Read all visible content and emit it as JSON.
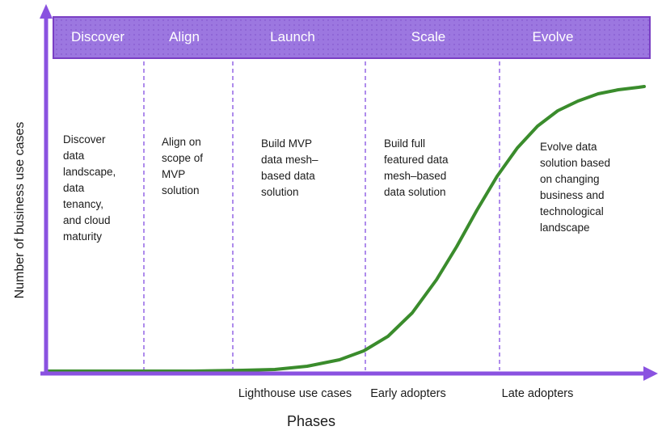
{
  "axes": {
    "y_label": "Number of business use cases",
    "x_label": "Phases"
  },
  "phases": [
    {
      "label": "Discover",
      "description": "Discover\ndata\nlandscape,\ndata\ntenancy,\nand cloud\nmaturity"
    },
    {
      "label": "Align",
      "description": "Align on\nscope of\nMVP\nsolution"
    },
    {
      "label": "Launch",
      "description": "Build MVP\ndata mesh–\nbased data\nsolution"
    },
    {
      "label": "Scale",
      "description": "Build full\nfeatured data\nmesh–based\ndata solution"
    },
    {
      "label": "Evolve",
      "description": "Evolve data\nsolution based\non changing\nbusiness and\ntechnological\nlandscape"
    }
  ],
  "adoption_segments": [
    "Lighthouse use cases",
    "Early adopters",
    "Late adopters"
  ],
  "colors": {
    "band_fill": "#9c77e0",
    "band_border": "#7a3fc4",
    "axis": "#8a52e0",
    "divider": "#9b6fe8",
    "curve": "#3a8c2c",
    "phase_label_text": "#ffffff",
    "body_text": "#1b1b1b"
  },
  "curve": {
    "type": "sigmoid adoption curve",
    "points": [
      [
        60,
        459
      ],
      [
        120,
        459
      ],
      [
        180,
        459
      ],
      [
        240,
        459
      ],
      [
        300,
        458
      ],
      [
        340,
        457
      ],
      [
        380,
        453
      ],
      [
        420,
        445
      ],
      [
        450,
        434
      ],
      [
        480,
        416
      ],
      [
        510,
        387
      ],
      [
        540,
        346
      ],
      [
        565,
        305
      ],
      [
        590,
        260
      ],
      [
        615,
        218
      ],
      [
        640,
        183
      ],
      [
        665,
        156
      ],
      [
        690,
        137
      ],
      [
        715,
        125
      ],
      [
        740,
        116
      ],
      [
        765,
        111
      ],
      [
        790,
        108
      ],
      [
        797,
        107
      ]
    ]
  }
}
